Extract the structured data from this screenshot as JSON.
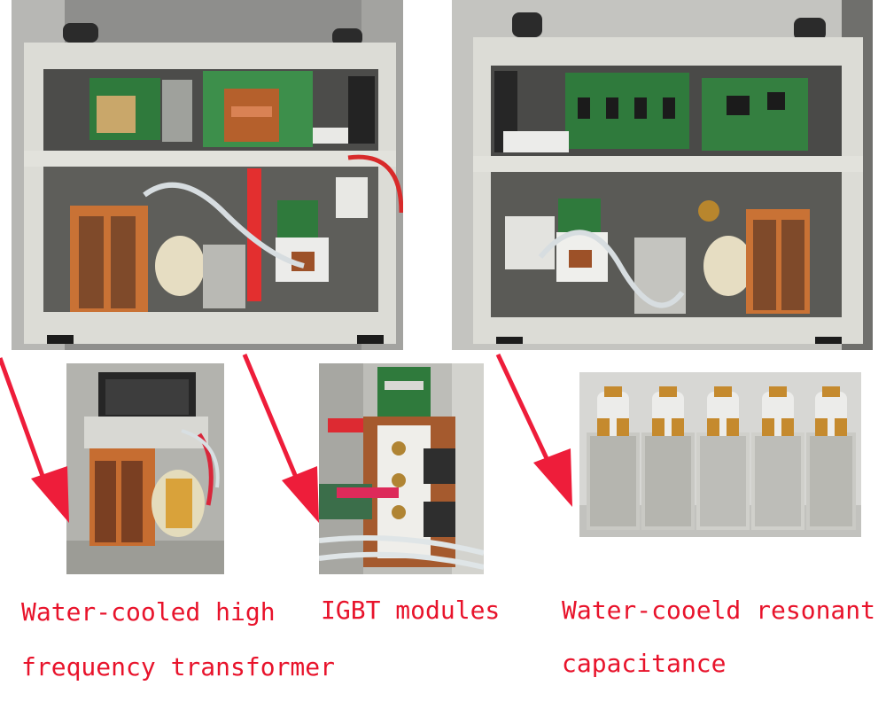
{
  "colors": {
    "caption_text": "#e8132b",
    "arrow": "#ee1d3a",
    "frame": "#dcdcd6",
    "pcb_green": "#2f7a3c",
    "copper": "#b5602c",
    "capacitor_silver": "#c9c9c4"
  },
  "photos": [
    {
      "id": "machine-left",
      "subject": "induction heater interior, left side"
    },
    {
      "id": "machine-right",
      "subject": "induction heater interior, right side"
    },
    {
      "id": "transformer-closeup",
      "subject": "water-cooled high frequency transformer"
    },
    {
      "id": "igbt-closeup",
      "subject": "IGBT modules"
    },
    {
      "id": "capacitor-closeup",
      "subject": "row of five resonant capacitors"
    }
  ],
  "captions": {
    "transformer_line1": "Water-cooled high",
    "transformer_line2": "frequency transformer",
    "igbt": "IGBT modules",
    "capacitor_line1": "Water-cooeld resonant",
    "capacitor_line2": "capacitance"
  }
}
